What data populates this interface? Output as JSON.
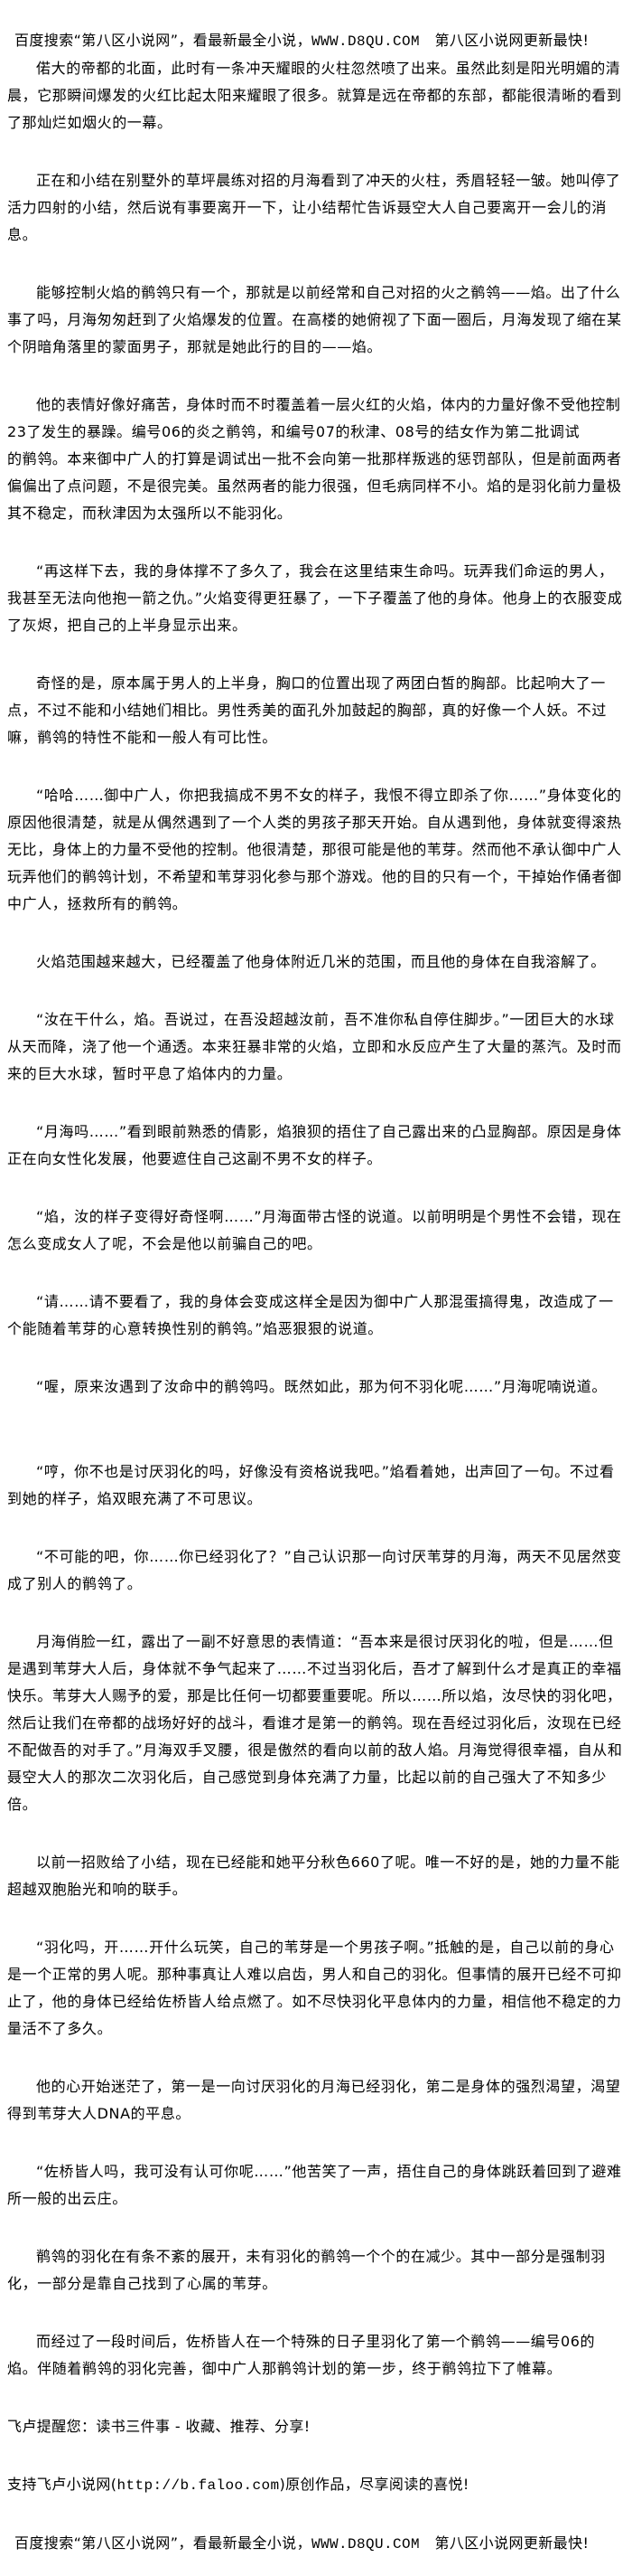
{
  "header_banner": {
    "text_before": "百度搜索“第八区小说网”，看最新最全小说，",
    "site": "WWW.D8QU.COM",
    "text_after": "第八区小说网更新最快!"
  },
  "paragraphs": [
    "偌大的帝都的北面，此时有一条冲天耀眼的火柱忽然喷了出来。虽然此刻是阳光明媚的清晨，它那瞬间爆发的火红比起太阳来耀眼了很多。就算是远在帝都的东部，都能很清晰的看到了那灿烂如烟火的一幕。",
    "正在和小结在别墅外的草坪晨练对招的月海看到了冲天的火柱，秀眉轻轻一皱。她叫停了活力四射的小结，然后说有事要离开一下，让小结帮忙告诉聂空大人自己要离开一会儿的消息。",
    "能够控制火焰的鹡鸰只有一个，那就是以前经常和自己对招的火之鹡鸰——焰。出了什么事了吗，月海匆匆赶到了火焰爆发的位置。在高楼的她俯视了下面一圈后，月海发现了缩在某个阴暗角落里的蒙面男子，那就是她此行的目的——焰。",
    "他的表情好像好痛苦，身体时而不时覆盖着一层火红的火焰，体内的力量好像不受他控制23了发生的暴躁。编号06的炎之鹡鸰，和编号07的秋津、08号的结女作为第二批调试\n的鹡鸰。本来御中广人的打算是调试出一批不会向第一批那样叛逃的惩罚部队，但是前面两者偏偏出了点问题，不是很完美。虽然两者的能力很强，但毛病同样不小。焰的是羽化前力量极其不稳定，而秋津因为太强所以不能羽化。",
    "“再这样下去，我的身体撑不了多久了，我会在这里结束生命吗。玩弄我们命运的男人，我甚至无法向他抱一箭之仇。”火焰变得更狂暴了，一下子覆盖了他的身体。他身上的衣服变成了灰烬，把自己的上半身显示出来。",
    "奇怪的是，原本属于男人的上半身，胸口的位置出现了两团白皙的胸部。比起响大了一点，不过不能和小结她们相比。男性秀美的面孔外加鼓起的胸部，真的好像一个人妖。不过嘛，鹡鸰的特性不能和一般人有可比性。",
    "“哈哈……御中广人，你把我搞成不男不女的样子，我恨不得立即杀了你……”身体变化的原因他很清楚，就是从偶然遇到了一个人类的男孩子那天开始。自从遇到他，身体就变得滚热无比，身体上的力量不受他的控制。他很清楚，那很可能是他的苇芽。然而他不承认御中广人玩弄他们的鹡鸰计划，不希望和苇芽羽化参与那个游戏。他的目的只有一个，干掉始作俑者御中广人，拯救所有的鹡鸰。",
    "火焰范围越来越大，已经覆盖了他身体附近几米的范围，而且他的身体在自我溶解了。",
    "“汝在干什么，焰。吾说过，在吾没超越汝前，吾不准你私自停住脚步。”一团巨大的水球从天而降，浇了他一个通透。本来狂暴非常的火焰，立即和水反应产生了大量的蒸汽。及时而来的巨大水球，暂时平息了焰体内的力量。",
    "“月海吗……”看到眼前熟悉的倩影，焰狼狈的捂住了自己露出来的凸显胸部。原因是身体正在向女性化发展，他要遮住自己这副不男不女的样子。",
    "“焰，汝的样子变得好奇怪啊……”月海面带古怪的说道。以前明明是个男性不会错，现在怎么变成女人了呢，不会是他以前骗自己的吧。",
    "“请……请不要看了，我的身体会变成这样全是因为御中广人那混蛋搞得鬼，改造成了一个能随着苇芽的心意转换性别的鹡鸰。”焰恶狠狠的说道。",
    "“喔，原来汝遇到了汝命中的鹡鸰吗。既然如此，那为何不羽化呢……”月海呢喃说道。",
    "“哼，你不也是讨厌羽化的吗，好像没有资格说我吧。”焰看着她，出声回了一句。不过看到她的样子，焰双眼充满了不可思议。",
    "“不可能的吧，你……你已经羽化了？”自己认识那一向讨厌苇芽的月海，两天不见居然变成了别人的鹡鸰了。",
    "月海俏脸一红，露出了一副不好意思的表情道：“吾本来是很讨厌羽化的啦，但是……但是遇到苇芽大人后，身体就不争气起来了……不过当羽化后，吾才了解到什么才是真正的幸福快乐。苇芽大人赐予的爱，那是比任何一切都要重要呢。所以……所以焰，汝尽快的羽化吧，然后让我们在帝都的战场好好的战斗，看谁才是第一的鹡鸰。现在吾经过羽化后，汝现在已经不配做吾的对手了。”月海双手叉腰，很是傲然的看向以前的敌人焰。月海觉得很幸福，自从和聂空大人的那次二次羽化后，自己感觉到身体充满了力量，比起以前的自己强大了不知多少倍。",
    "以前一招败给了小结，现在已经能和她平分秋色660了呢。唯一不好的是，她的力量不能超越双胞胎光和响的联手。",
    "“羽化吗，开……开什么玩笑，自己的苇芽是一个男孩子啊。”抵触的是，自己以前的身心是一个正常的男人呢。那种事真让人难以启齿，男人和自己的羽化。但事情的展开已经不可抑止了，他的身体已经给佐桥皆人给点燃了。如不尽快羽化平息体内的力量，相信他不稳定的力量活不了多久。",
    "他的心开始迷茫了，第一是一向讨厌羽化的月海已经羽化，第二是身体的强烈渴望，渴望得到苇芽大人DNA的平息。",
    "“佐桥皆人吗，我可没有认可你呢……”他苦笑了一声，捂住自己的身体跳跃着回到了避难所一般的出云庄。",
    "鹡鸰的羽化在有条不紊的展开，未有羽化的鹡鸰一个个的在减少。其中一部分是强制羽化，一部分是靠自己找到了心属的苇芽。",
    "而经过了一段时间后，佐桥皆人在一个特殊的日子里羽化了第一个鹡鸰——编号06的焰。伴随着鹡鸰的羽化完善，御中广人那鹡鸰计划的第一步，终于鹡鸰拉下了帷幕。"
  ],
  "reminder": "飞卢提醒您：读书三件事 - 收藏、推荐、分享!",
  "support_text_before": "支持飞卢小说网(",
  "support_link": "http://b.faloo.com",
  "support_text_after": ")原创作品，尽享阅读的喜悦!",
  "footer_banner": {
    "text_before": "百度搜索“第八区小说网”，看最新最全小说，",
    "site": "WWW.D8QU.COM",
    "text_after": "第八区小说网更新最快!"
  }
}
